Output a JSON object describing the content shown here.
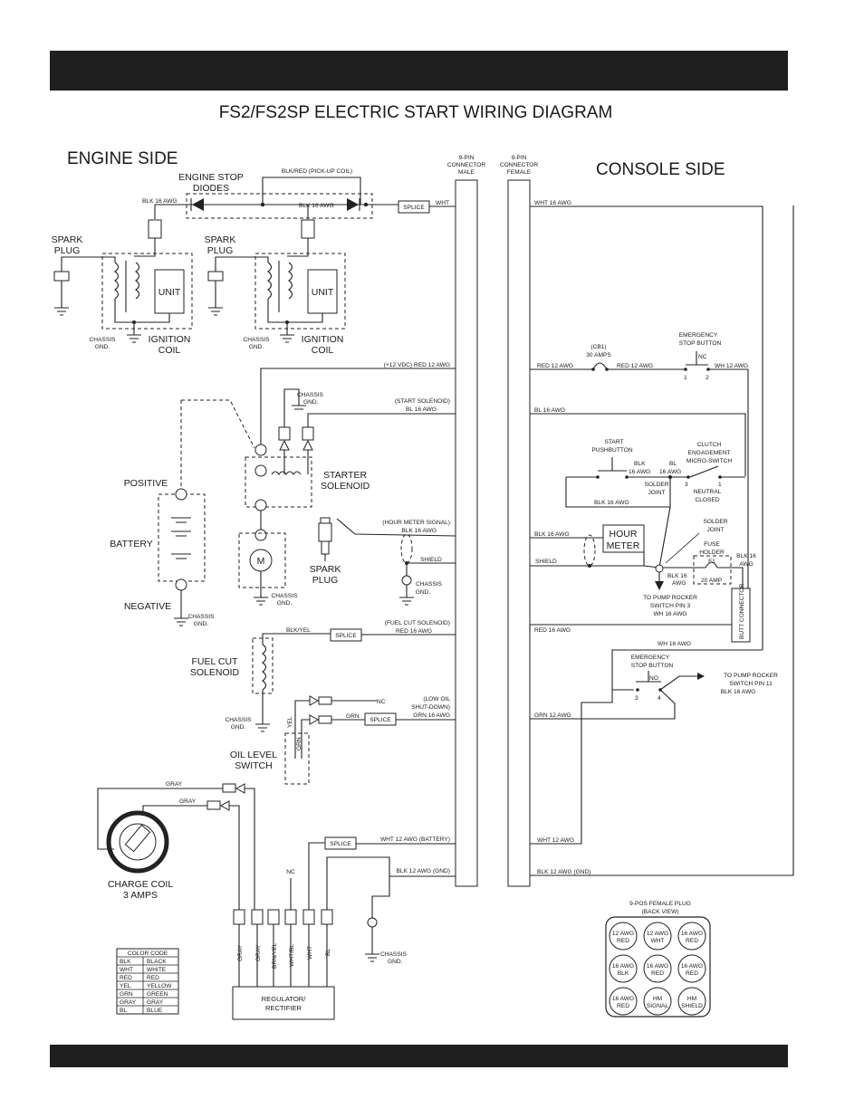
{
  "title": "FS2/FS2SP ELECTRIC START WIRING DIAGRAM",
  "sides": {
    "engine": "ENGINE SIDE",
    "console": "CONSOLE SIDE"
  },
  "connectors": {
    "male": [
      "9-PIN",
      "CONNECTOR",
      "MALE"
    ],
    "female": [
      "9-PIN",
      "CONNECTOR",
      "FEMALE"
    ]
  },
  "engine": {
    "stop_diodes": [
      "ENGINE STOP",
      "DIODES"
    ],
    "pickup_coil": "BLK/RED  (PICK-UP COIL)",
    "blk16_a": "BLK 16 AWG",
    "blk16_b": "BLK 16 AWG",
    "splice": "SPLICE",
    "wht": "WHT",
    "spark_plug_1": [
      "SPARK",
      "PLUG"
    ],
    "spark_plug_2": [
      "SPARK",
      "PLUG"
    ],
    "unit": "UNIT",
    "chassis_gnd": [
      "CHASSIS",
      "GND."
    ],
    "ignition_coil": [
      "IGNITION",
      "COIL"
    ],
    "red12": "(+12 VDC) RED 12 AWG",
    "start_solenoid_wire": [
      "(START SOLENOID)",
      "BL 16 AWG"
    ],
    "starter_solenoid": [
      "STARTER",
      "SOLENOID"
    ],
    "positive": "POSITIVE",
    "battery": "BATTERY",
    "negative": "NEGATIVE",
    "motor": "M",
    "hour_meter_signal": [
      "(HOUR METER SIGNAL)",
      "BLK 16 AWG"
    ],
    "shield": "SHIELD",
    "spark_plug_3": [
      "SPARK",
      "PLUG"
    ],
    "fuel_cut_wire": [
      "(FUEL CUT SOLENOID)",
      "RED 16 AWG"
    ],
    "blk_yel": "BLK/YEL",
    "fuel_cut_solenoid": [
      "FUEL CUT",
      "SOLENOID"
    ],
    "nc": "NC",
    "low_oil": [
      "(LOW OIL",
      "SHUT-DOWN)",
      "GRN 16 AWG"
    ],
    "grn": "GRN",
    "yel": "YEL",
    "grn_vert": "GRN",
    "oil_level_switch": [
      "OIL LEVEL",
      "SWITCH"
    ],
    "gray_1": "GRAY",
    "gray_2": "GRAY",
    "charge_coil": [
      "CHARGE COIL",
      "3 AMPS"
    ],
    "wht12_battery": "WHT 12 AWG (BATTERY)",
    "blk12_gnd": "BLK 12 AWG (GND)",
    "regulator_leads": [
      "GRAY",
      "GRAY",
      "BRN/YEL",
      "WHT/BL",
      "WHT",
      "BL"
    ],
    "nc_reg": "NC",
    "regulator": [
      "REGULATOR/",
      "RECTIFIER"
    ]
  },
  "console": {
    "wht16": "WHT 16 AWG",
    "cb1": [
      "(CB1)",
      "30 AMPS"
    ],
    "red12_a": "RED 12 AWG",
    "red12_b": "RED 12 AWG",
    "estop_top": [
      "EMERGENCY",
      "STOP BUTTON"
    ],
    "nc": "NC",
    "pins_top": [
      "1",
      "2"
    ],
    "wh12": "WH 12 AWG",
    "bl16": "BL 16 AWG",
    "start_pb": [
      "START",
      "PUSHBUTTON"
    ],
    "blk16_pb": [
      "BLK",
      "16 AWG"
    ],
    "bl16_pb": [
      "BL",
      "16 AWG"
    ],
    "clutch": [
      "CLUTCH",
      "ENGAGEMENT",
      "MICRO-SWITCH"
    ],
    "clutch_pins": [
      "3",
      "1"
    ],
    "solder_joint_1": [
      "SOLDER",
      "JOINT"
    ],
    "neutral_closed": [
      "NEUTRAL",
      "CLOSED"
    ],
    "blk16_loop": "BLK 16 AWG",
    "blk16_hm": "BLK 16 AWG",
    "hour_meter": [
      "HOUR",
      "METER"
    ],
    "solder_joint_2": [
      "SOLDER",
      "JOINT"
    ],
    "fuse_holder": [
      "FUSE",
      "HOLDER"
    ],
    "f1": "F1",
    "fuse_amp": "20 AMP",
    "blk16_fuse": [
      "BLK 16",
      "AWG"
    ],
    "shield": "SHIELD",
    "blk16_node": [
      "BLK 16",
      "AWG"
    ],
    "to_pump_3": [
      "TO PUMP ROCKER",
      "SWITCH PIN 3",
      "WH 16 AWG"
    ],
    "butt_connector": "BUTT CONNECTOR",
    "red16": "RED 16 AWG",
    "wh16": "WH 16 AWG",
    "estop_bottom": [
      "EMERGENCY",
      "STOP BUTTON"
    ],
    "no": "NO",
    "pins_bottom": [
      "3",
      "4"
    ],
    "to_pump_11": [
      "TO PUMP ROCKER",
      "SWITCH PIN 11",
      "BLK 16 AWG"
    ],
    "grn12": "GRN 12 AWG",
    "wht12": "WHT 12 AWG",
    "blk12_gnd": "BLK 12 AWG (GND)"
  },
  "color_code": {
    "title": "COLOR CODE",
    "rows": [
      [
        "BLK",
        "BLACK"
      ],
      [
        "WHT",
        "WHITE"
      ],
      [
        "RED",
        "RED"
      ],
      [
        "YEL",
        "YELLOW"
      ],
      [
        "GRN",
        "GREEN"
      ],
      [
        "GRAY",
        "GRAY"
      ],
      [
        "BL",
        "BLUE"
      ]
    ]
  },
  "plug": {
    "title": [
      "9-POS FEMALE PLUG",
      "(BACK VIEW)"
    ],
    "pins": [
      [
        "12 AWG",
        "RED"
      ],
      [
        "12 AWG",
        "WHT"
      ],
      [
        "16 AWG",
        "RED"
      ],
      [
        "16 AWG",
        "BLK"
      ],
      [
        "16 AWG",
        "RED"
      ],
      [
        "16 AWG",
        "RED"
      ],
      [
        "16 AWG",
        "RED"
      ],
      [
        "HM",
        "SIGNAL"
      ],
      [
        "HM",
        "SHIELD"
      ]
    ]
  }
}
